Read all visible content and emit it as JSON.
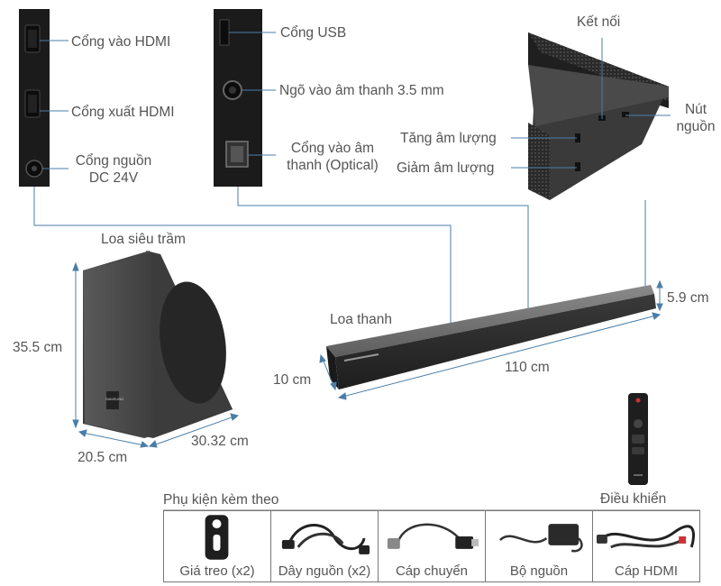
{
  "ports": {
    "hdmi_in": "Cổng vào HDMI",
    "hdmi_out": "Cổng xuất HDMI",
    "power_line1": "Cổng nguồn",
    "power_line2": "DC 24V",
    "usb": "Cổng USB",
    "aux": "Ngõ vào âm thanh 3.5 mm",
    "optical_line1": "Cổng vào âm",
    "optical_line2": "thanh (Optical)"
  },
  "controls": {
    "connect": "Kết nối",
    "vol_up": "Tăng âm lượng",
    "vol_down": "Giảm âm lượng",
    "power_line1": "Nút",
    "power_line2": "nguồn"
  },
  "subwoofer": {
    "title": "Loa siêu trầm",
    "height": "35.5 cm",
    "width": "20.5 cm",
    "depth": "30.32 cm",
    "brand": "SAMSUNG"
  },
  "soundbar": {
    "title": "Loa thanh",
    "height": "5.9 cm",
    "depth": "10 cm",
    "length": "110 cm"
  },
  "remote": {
    "title": "Điều khiển"
  },
  "accessories": {
    "title": "Phụ kiện kèm theo",
    "items": [
      {
        "icon": "wall-mount-bracket",
        "label": "Giá treo (x2)"
      },
      {
        "icon": "power-cord",
        "label": "Dây nguồn (x2)"
      },
      {
        "icon": "usb-cable",
        "label": "Cáp chuyển"
      },
      {
        "icon": "power-adapter",
        "label": "Bộ nguồn"
      },
      {
        "icon": "hdmi-cable",
        "label": "Cáp HDMI"
      }
    ]
  }
}
